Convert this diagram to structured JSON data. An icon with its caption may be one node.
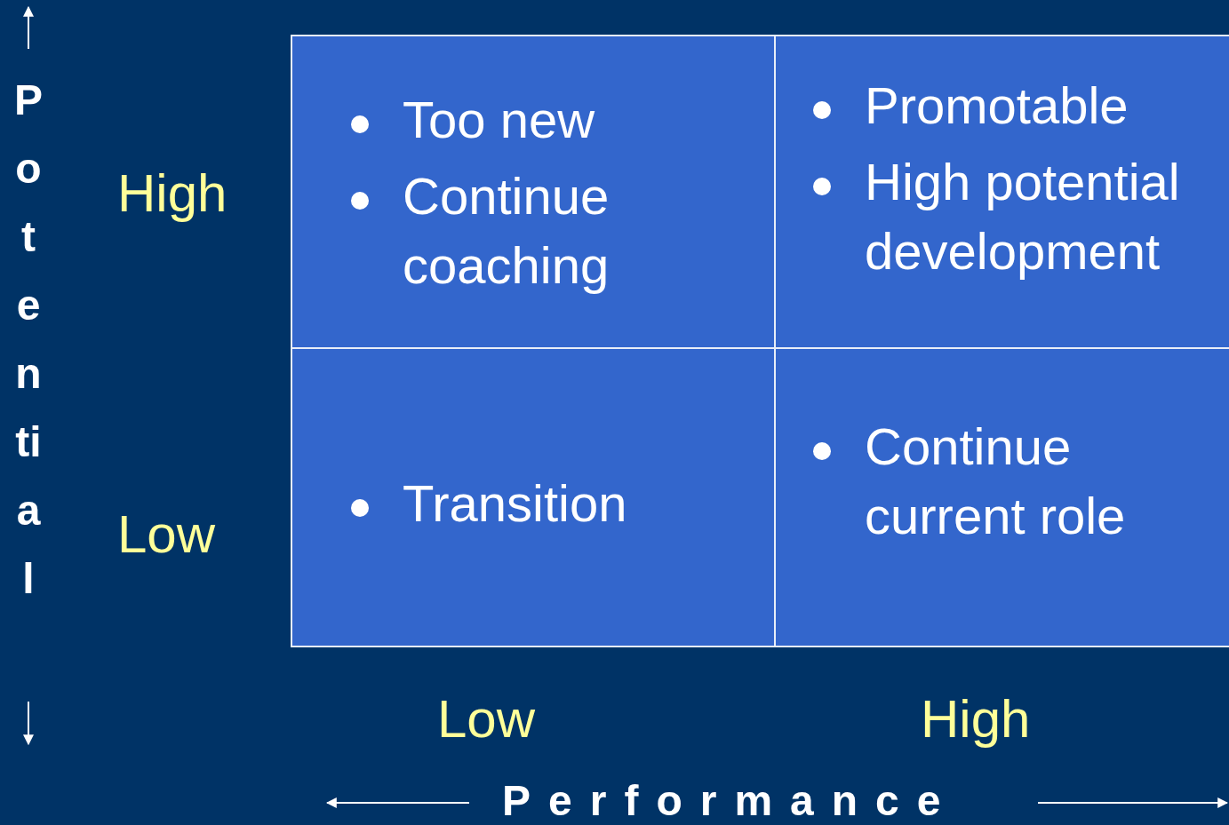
{
  "diagram": {
    "nodes": [
      {
        "text": [
          "Too new",
          "Continue coaching"
        ]
      },
      {
        "text": [
          "Promotable",
          "High potential development"
        ]
      },
      {
        "text": [
          "Transition"
        ]
      },
      {
        "text": [
          "Continue current role"
        ]
      }
    ],
    "labels": [
      "Potential",
      "High",
      "Low",
      "Low",
      "High",
      "Performance"
    ]
  }
}
